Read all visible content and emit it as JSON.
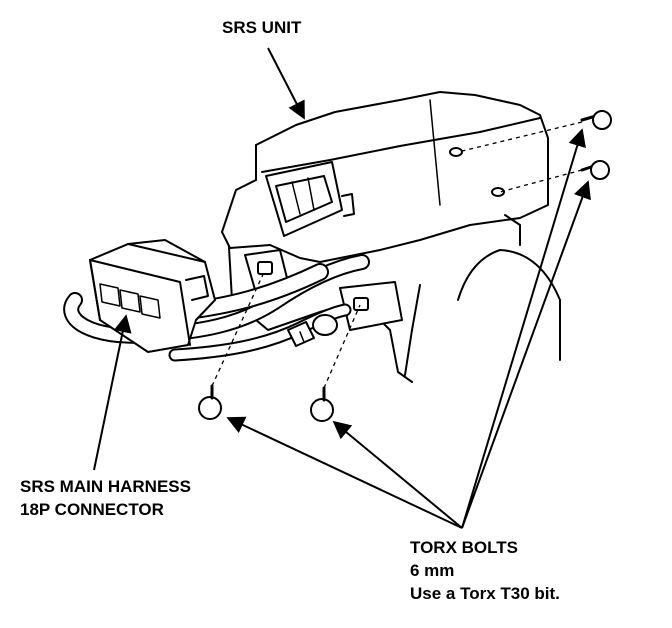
{
  "labels": {
    "srs_unit": "SRS UNIT",
    "harness_line1": "SRS MAIN HARNESS",
    "harness_line2": "18P CONNECTOR",
    "bolts_line1": "TORX BOLTS",
    "bolts_line2": "6 mm",
    "bolts_line3": "Use a Torx T30 bit."
  },
  "colors": {
    "ink": "#000000",
    "paper": "#ffffff"
  }
}
